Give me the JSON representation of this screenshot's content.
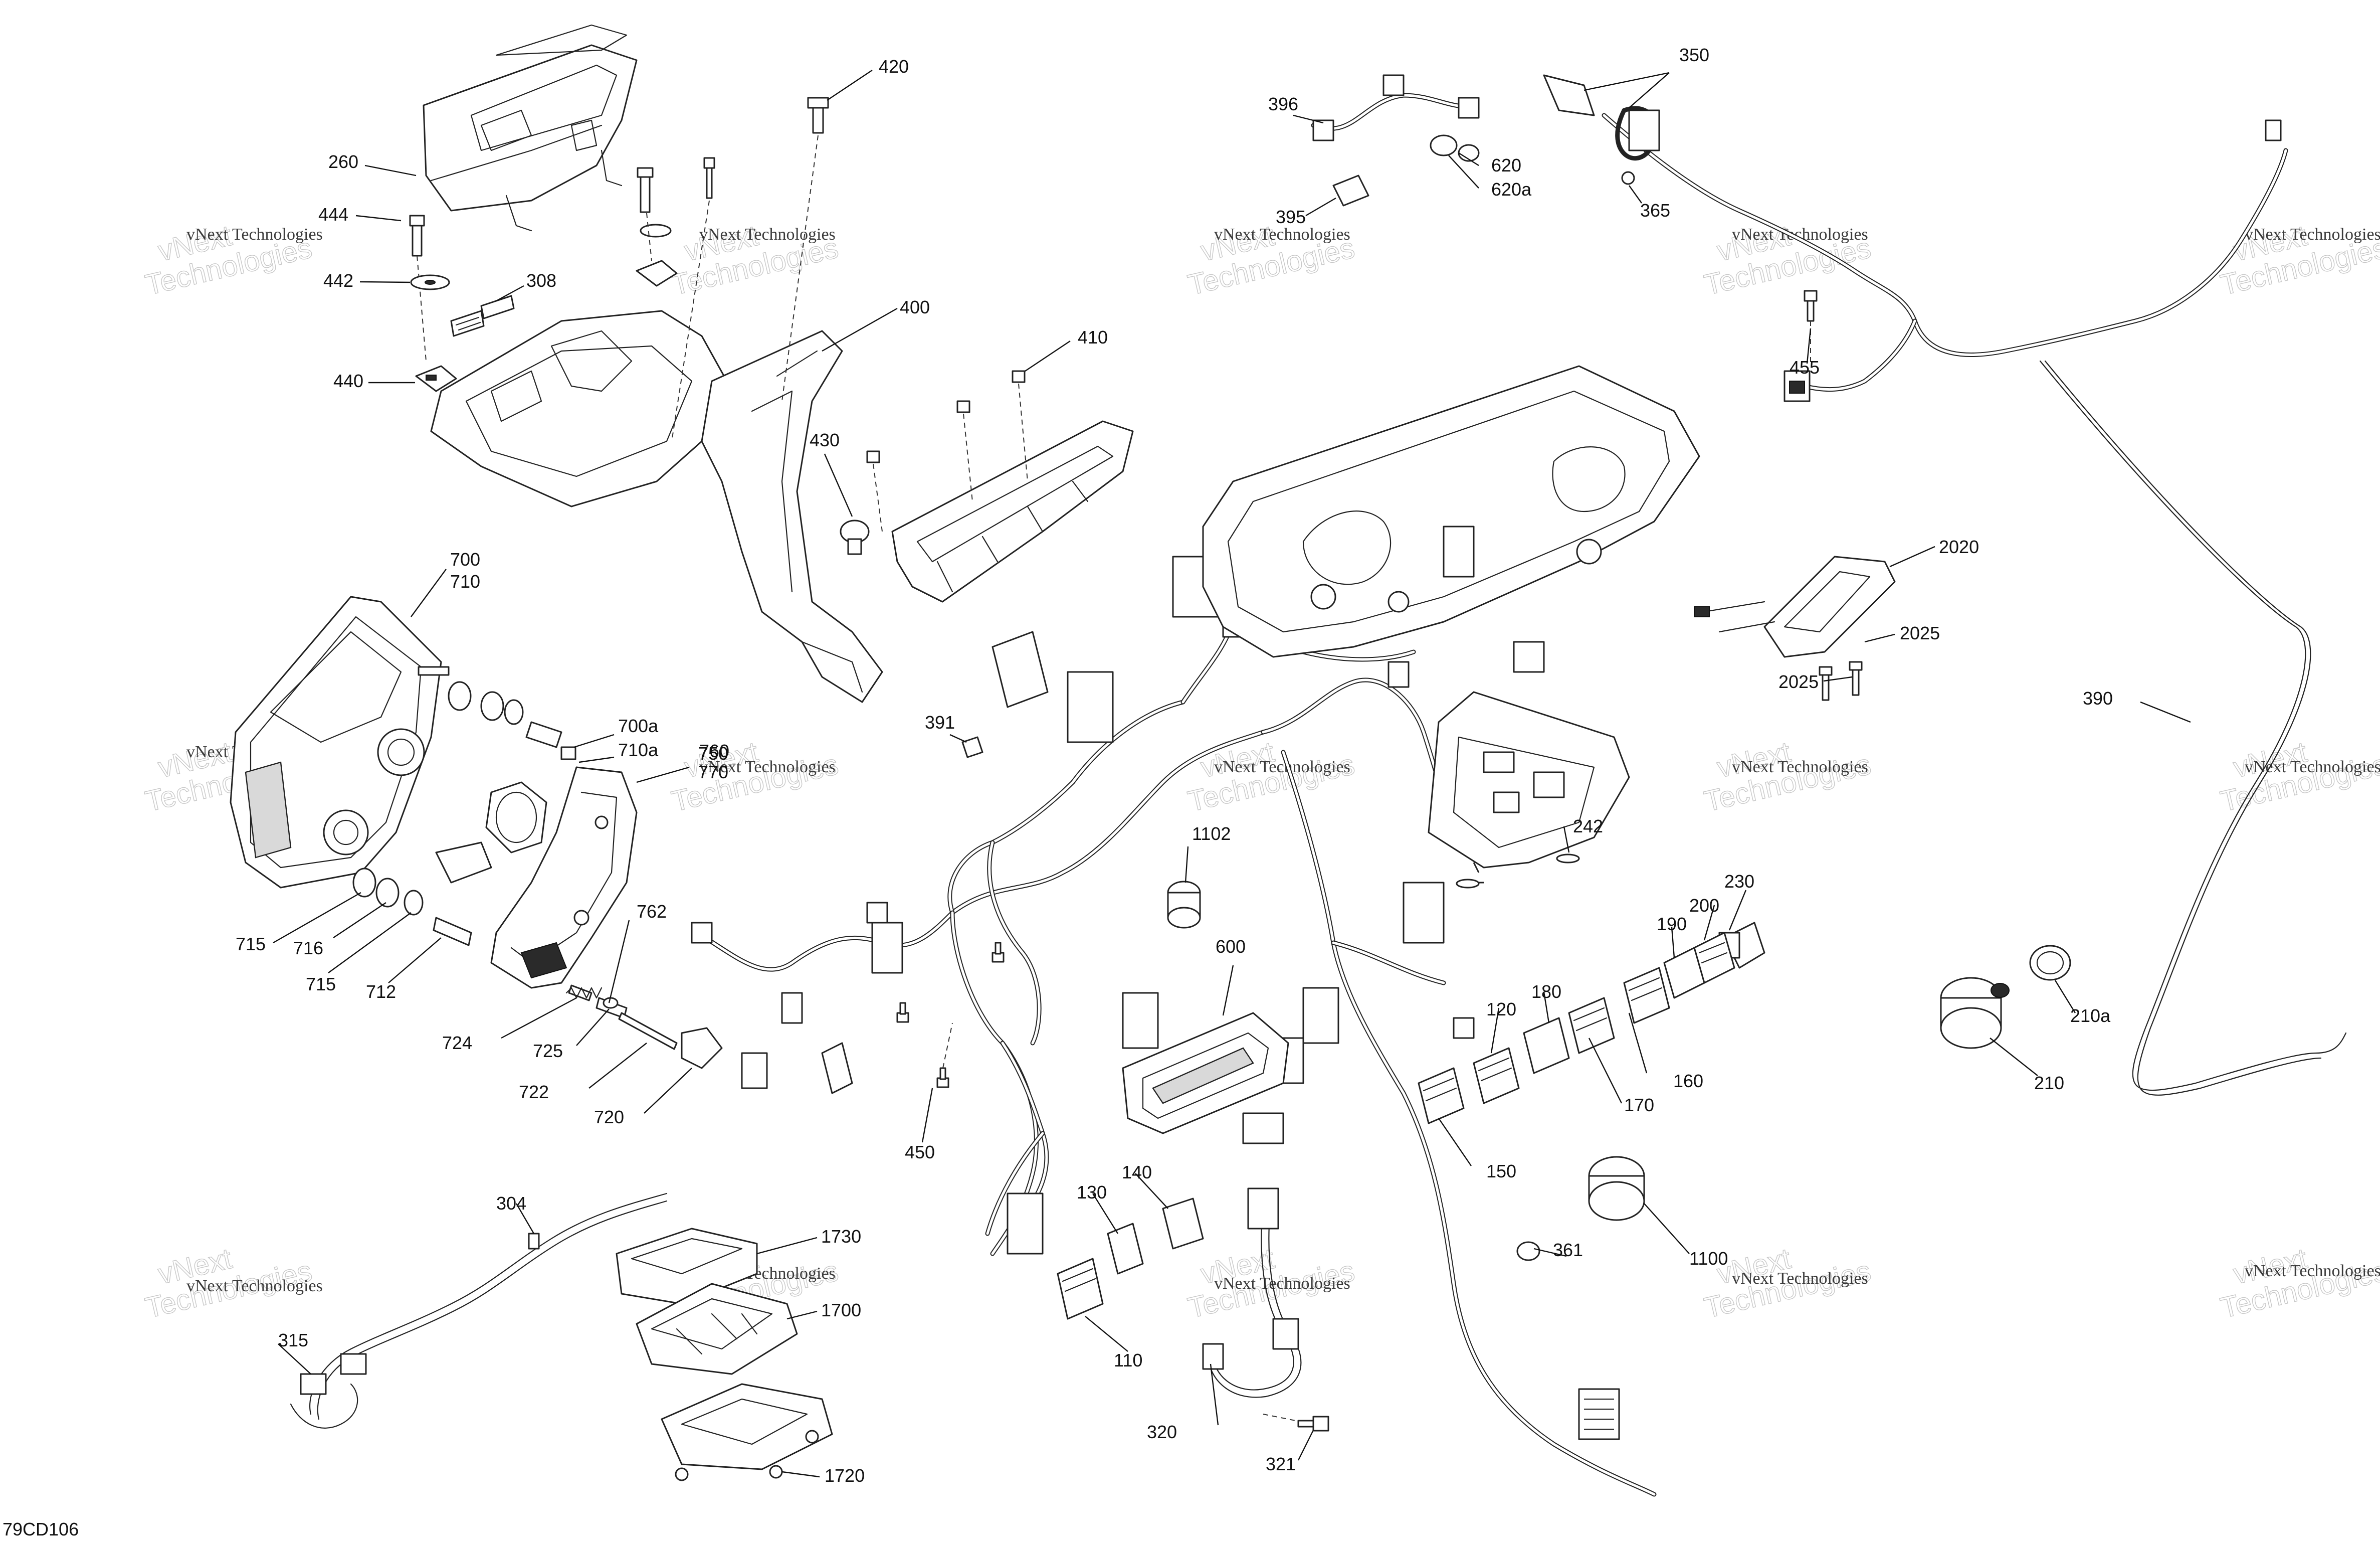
{
  "figure_code": "79CD106",
  "watermark": {
    "line1": "vNext",
    "line2": "Technologies",
    "caption": "vNext Technologies"
  },
  "callouts": {
    "c420": "420",
    "c260": "260",
    "c444": "444",
    "c442": "442",
    "c308": "308",
    "c440": "440",
    "c400": "400",
    "c410": "410",
    "c430": "430",
    "c396": "396",
    "c395": "395",
    "c620": "620",
    "c620a": "620a",
    "c350": "350",
    "c365": "365",
    "c455": "455",
    "c390": "390",
    "c2020": "2020",
    "c2025a": "2025",
    "c2025b": "2025",
    "c700": "700",
    "c710": "710",
    "c700a": "700a",
    "c710a": "710a",
    "c750": "750",
    "c760": "760",
    "c770": "770",
    "c715a": "715",
    "c716": "716",
    "c715b": "715",
    "c712": "712",
    "c762": "762",
    "c724": "724",
    "c725": "725",
    "c722": "722",
    "c720": "720",
    "c391": "391",
    "c1102": "1102",
    "c600": "600",
    "c450": "450",
    "c242": "242",
    "c230": "230",
    "c200": "200",
    "c190": "190",
    "c180": "180",
    "c120": "120",
    "c170": "170",
    "c160": "160",
    "c150": "150",
    "c210a": "210a",
    "c210": "210",
    "c361": "361",
    "c1100": "1100",
    "c130": "130",
    "c140": "140",
    "c110": "110",
    "c320": "320",
    "c321": "321",
    "c304": "304",
    "c1730": "1730",
    "c1700": "1700",
    "c315": "315",
    "c1720": "1720"
  },
  "icons": [
    "headlamp-module",
    "wiring-harness",
    "fuse-box",
    "ignition-switch",
    "switch-connectors",
    "ecu-module",
    "gauge-cluster",
    "bracket-support"
  ]
}
